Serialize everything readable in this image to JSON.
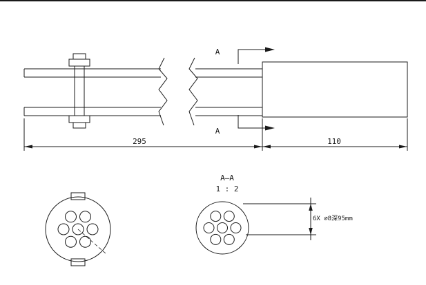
{
  "colors": {
    "line": "#1a1a1a",
    "background": "#ffffff"
  },
  "side_view": {
    "dim_left": "295",
    "dim_right": "110",
    "section_label_top": "A",
    "section_label_bottom": "A"
  },
  "section_view": {
    "title": "A—A",
    "scale": "1 : 2",
    "hole_callout": "6X ∅8深95mm"
  }
}
